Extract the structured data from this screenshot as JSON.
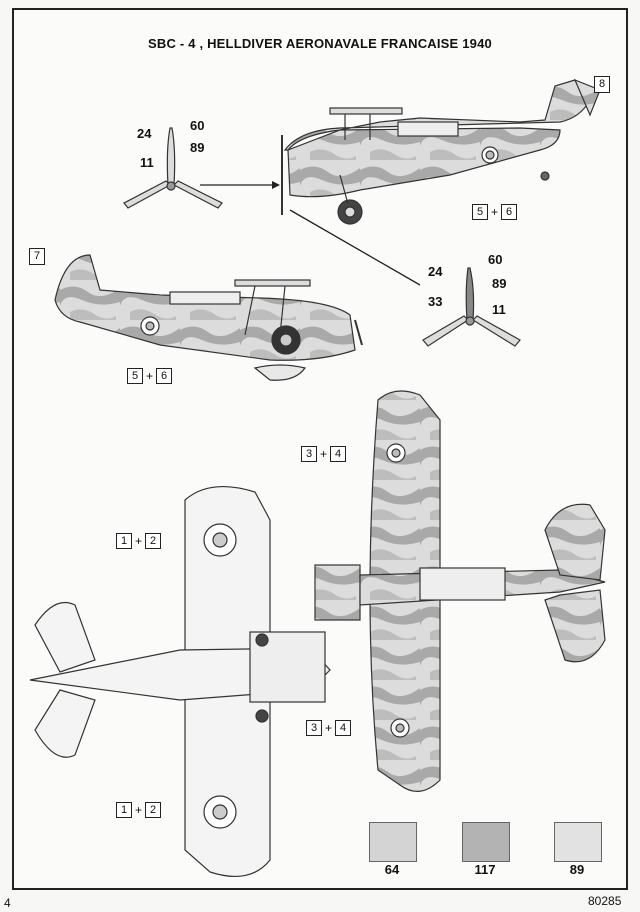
{
  "sheet": {
    "title": "SBC - 4 , HELLDIVER  AERONAVALE FRANCAISE 1940",
    "page_number": "4",
    "catalog_number": "80285"
  },
  "propeller_top": {
    "codes": [
      "24",
      "60",
      "89",
      "11"
    ]
  },
  "propeller_right": {
    "codes": [
      "24",
      "60",
      "89",
      "33",
      "11"
    ]
  },
  "decal_callouts": {
    "tail_right": "8",
    "tail_left": "7",
    "roundel_pair_a": [
      "5",
      "6"
    ],
    "roundel_pair_b": [
      "5",
      "6"
    ],
    "top_wing_upper": [
      "3",
      "4"
    ],
    "top_wing_lower": [
      "3",
      "4"
    ],
    "under_wing_upper": [
      "1",
      "2"
    ],
    "under_wing_lower": [
      "1",
      "2"
    ],
    "plus": "+"
  },
  "paint_swatches": [
    {
      "code": "64",
      "color": "#d4d4d4"
    },
    {
      "code": "117",
      "color": "#b3b3b3"
    },
    {
      "code": "89",
      "color": "#e2e2e2"
    }
  ]
}
